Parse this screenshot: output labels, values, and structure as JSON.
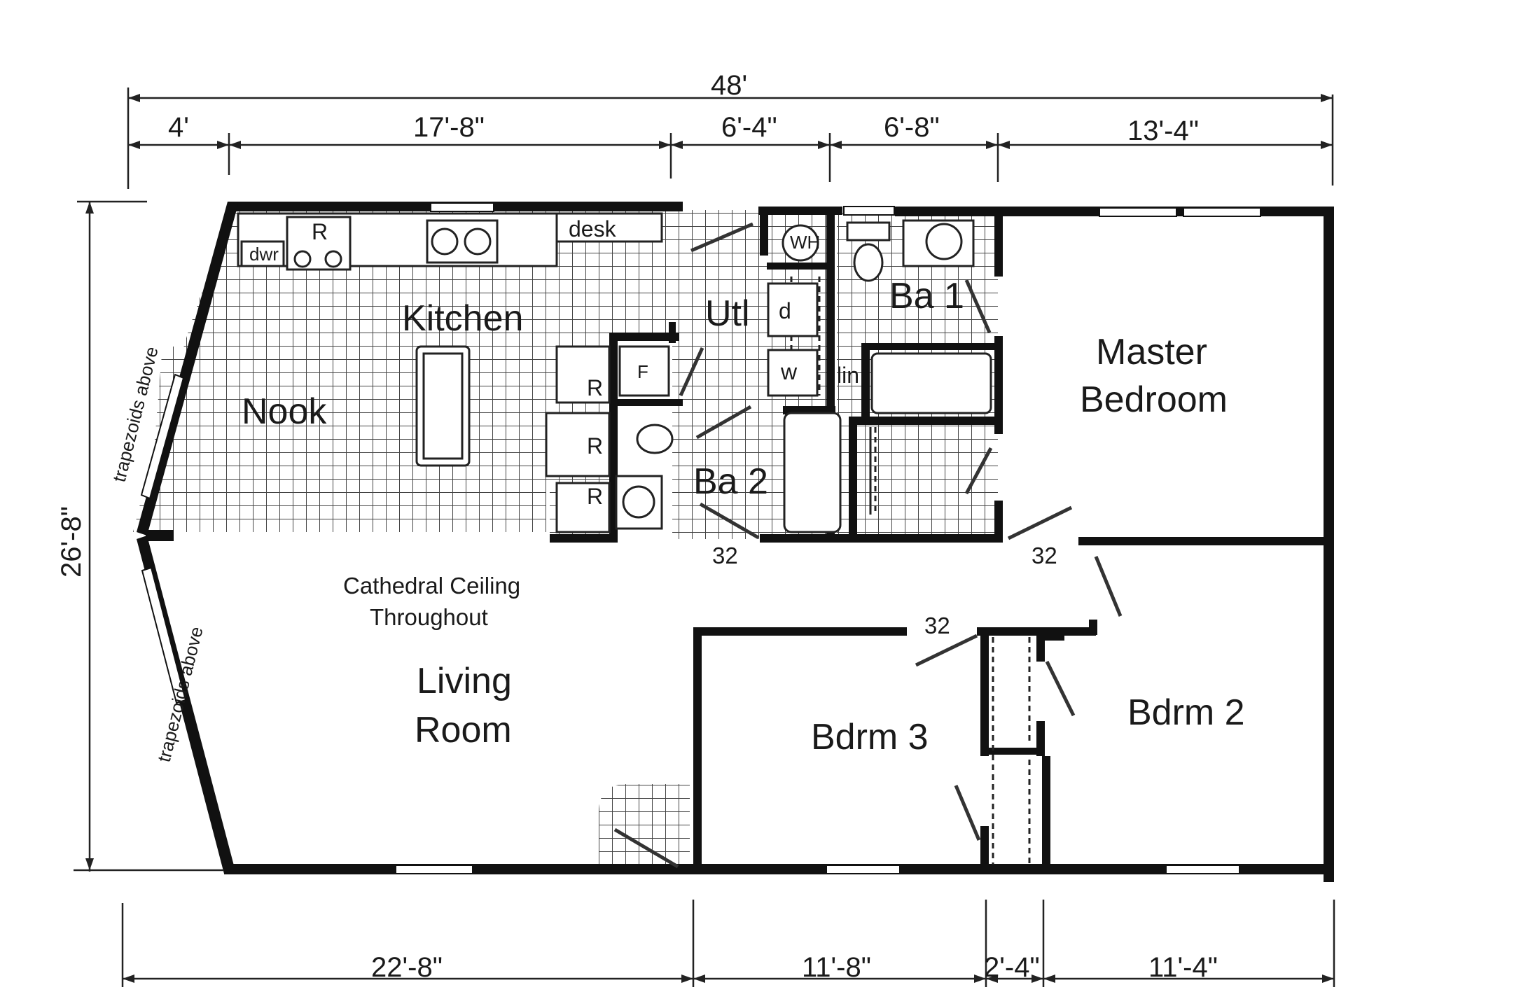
{
  "dimensions": {
    "overall_width": "48'",
    "top_segments": [
      "4'",
      "17'-8\"",
      "6'-4\"",
      "6'-8\"",
      "13'-4\""
    ],
    "bottom_segments": [
      "22'-8\"",
      "11'-8\"",
      "2'-4\"",
      "11'-4\""
    ],
    "overall_depth": "26'-8\""
  },
  "rooms": {
    "kitchen": "Kitchen",
    "nook": "Nook",
    "utility": "Utl",
    "bath1": "Ba 1",
    "bath2": "Ba 2",
    "master_line1": "Master",
    "master_line2": "Bedroom",
    "living_line1": "Living",
    "living_line2": "Room",
    "bedroom2": "Bdrm 2",
    "bedroom3": "Bdrm 3"
  },
  "notes": {
    "ceiling_line1": "Cathedral Ceiling",
    "ceiling_line2": "Throughout",
    "bay_upper": "trapezoids above",
    "bay_lower": "trapezoids above"
  },
  "fixtures": {
    "dishwasher": "dwr",
    "range": "R",
    "desk": "desk",
    "water_heater": "WH",
    "dryer": "d",
    "washer": "w",
    "linen": "lin",
    "furnace": "F",
    "refrigerator_1": "R",
    "refrigerator_2": "R",
    "refrigerator_3": "R"
  },
  "doors": {
    "door_a": "32",
    "door_b": "32",
    "door_c": "32"
  }
}
